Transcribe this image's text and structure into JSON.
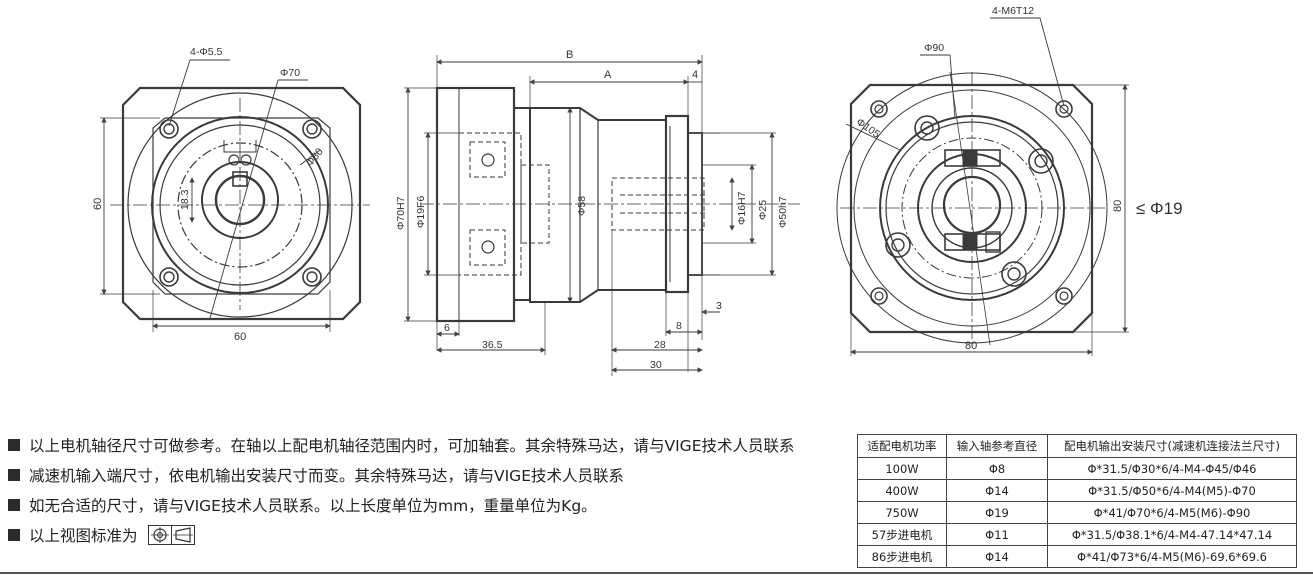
{
  "dimensions": {
    "front_holes": "4-Φ5.5",
    "front_pcd": "Φ70",
    "front_circle": "Φ80",
    "front_shaft": "18.3",
    "front_height": "60",
    "front_width": "60",
    "side_B": "B",
    "side_A": "A",
    "side_4": "4",
    "side_flange": "Φ70H7",
    "side_bore": "Φ19F6",
    "side_body": "Φ58",
    "side_out_shaft": "Φ16H7",
    "side_out_pilot": "Φ25",
    "side_out_flange": "Φ50h7",
    "side_3": "3",
    "side_6": "6",
    "side_8": "8",
    "side_36_5": "36.5",
    "side_28": "28",
    "side_30": "30",
    "rear_threads": "4-M6T12",
    "rear_phi90": "Φ90",
    "rear_phi105": "Φ105",
    "rear_height": "80",
    "rear_width": "80",
    "rear_max_bore": "≤ Φ19"
  },
  "notes": [
    "以上电机轴径尺寸可做参考。在轴以上配电机轴径范围内时，可加轴套。其余特殊马达，请与VIGE技术人员联系",
    "减速机输入端尺寸，依电机输出安装尺寸而变。其余特殊马达，请与VIGE技术人员联系",
    "如无合适的尺寸，请与VIGE技术人员联系。以上长度单位为mm，重量单位为Kg。",
    "以上视图标准为"
  ],
  "table": {
    "headers": [
      "适配电机功率",
      "输入轴参考直径",
      "配电机输出安装尺寸(减速机连接法兰尺寸)"
    ],
    "rows": [
      [
        "100W",
        "Φ8",
        "Φ*31.5/Φ30*6/4-M4-Φ45/Φ46"
      ],
      [
        "400W",
        "Φ14",
        "Φ*31.5/Φ50*6/4-M4(M5)-Φ70"
      ],
      [
        "750W",
        "Φ19",
        "Φ*41/Φ70*6/4-M5(M6)-Φ90"
      ],
      [
        "57步进电机",
        "Φ11",
        "Φ*31.5/Φ38.1*6/4-M4-47.14*47.14"
      ],
      [
        "86步进电机",
        "Φ14",
        "Φ*41/Φ73*6/4-M5(M6)-69.6*69.6"
      ]
    ]
  }
}
